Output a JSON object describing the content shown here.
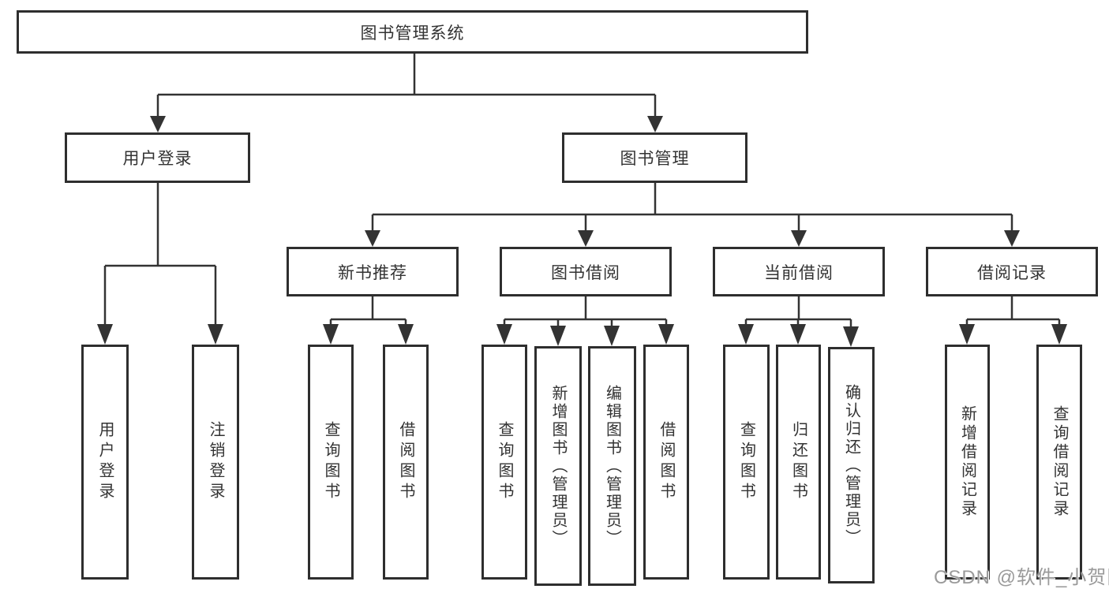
{
  "colors": {
    "line": "#333333",
    "box_border": "#2e2e2e",
    "text": "#333333",
    "watermark": "#9a9a9a",
    "background": "#ffffff"
  },
  "tree": {
    "root": "图书管理系统",
    "branches": [
      {
        "label": "用户登录",
        "children": [
          "用户登录",
          "注销登录"
        ]
      },
      {
        "label": "图书管理",
        "children": [
          {
            "label": "新书推荐",
            "children": [
              "查询图书",
              "借阅图书"
            ]
          },
          {
            "label": "图书借阅",
            "children": [
              "查询图书",
              "新增图书（管理员）",
              "编辑图书（管理员）",
              "借阅图书"
            ]
          },
          {
            "label": "当前借阅",
            "children": [
              "查询图书",
              "归还图书",
              "确认归还（管理员）"
            ]
          },
          {
            "label": "借阅记录",
            "children": [
              "新增借阅记录",
              "查询借阅记录"
            ]
          }
        ]
      }
    ]
  },
  "watermark": "CSDN @软件_小贺同学"
}
